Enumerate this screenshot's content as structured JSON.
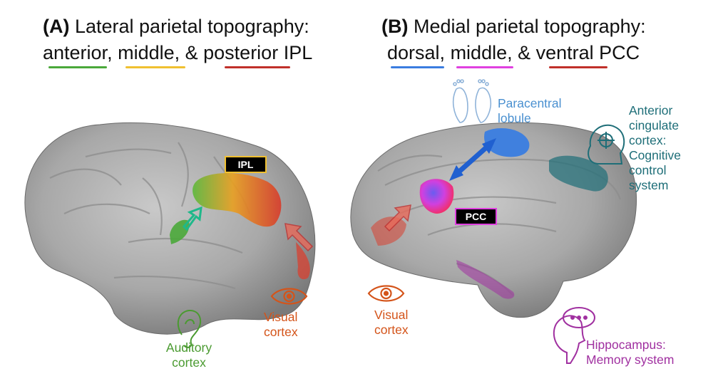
{
  "panel_a": {
    "title_letter": "(A)",
    "title_rest": " Lateral parietal topography:",
    "sub_anterior": "anterior",
    "sub_sep1": ", ",
    "sub_middle": "middle",
    "sub_sep2": ", & ",
    "sub_posterior": "posterior",
    "sub_end": " IPL",
    "ipl_box": "IPL",
    "auditory_label": "Auditory\ncortex",
    "visual_label": "Visual\ncortex"
  },
  "panel_b": {
    "title_letter": "(B)",
    "title_rest": " Medial parietal topography:",
    "sub_dorsal": "dorsal",
    "sub_sep1": ", ",
    "sub_middle": "middle",
    "sub_sep2": ", & ",
    "sub_ventral": "ventral",
    "sub_end": " PCC",
    "pcc_box": "PCC",
    "paracentral_label": "Paracentral\nlobule",
    "acc_label": "Anterior\ncingulate\ncortex:\nCognitive\ncontrol\nsystem",
    "visual_label": "Visual\ncortex",
    "hippocampus_label": "Hippocampus:\nMemory system"
  },
  "colors": {
    "anterior_green": "#4aa83a",
    "middle_yellow": "#f0c030",
    "posterior_red": "#c0302a",
    "dorsal_blue": "#3a7de0",
    "middle_magenta": "#e040e0",
    "ventral_red": "#c0302a",
    "visual_orange": "#d4541a",
    "auditory_green": "#4a9a30",
    "paracentral_blue": "#4a90d0",
    "acc_teal": "#1e6e78",
    "hippo_purple": "#a030a0"
  }
}
